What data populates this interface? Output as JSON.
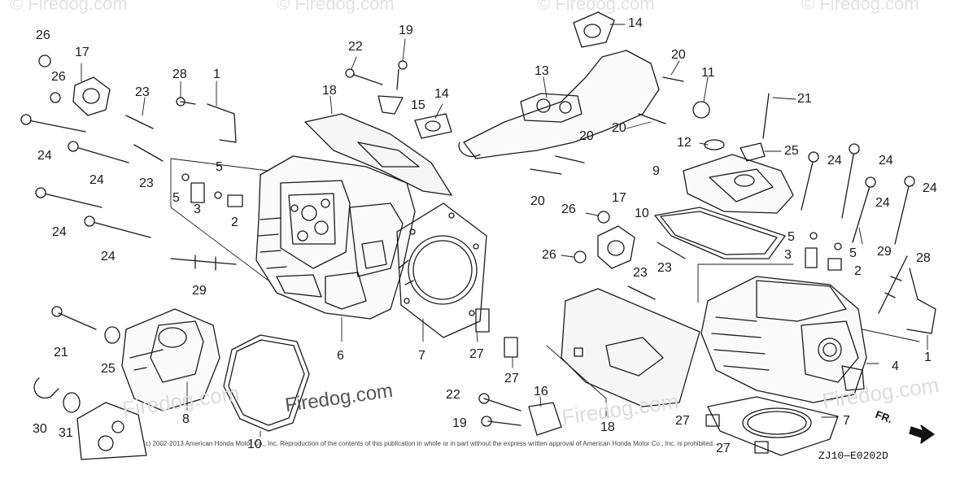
{
  "watermark": {
    "site": "Firedog.com",
    "top_fragment": "© Firedog.com"
  },
  "copyright": "(c) 2002-2013 American Honda Motor Co., Inc. Reproduction of the contents of this publication in whole or in part without the express written approval of American Honda Motor Co., Inc. is prohibited.",
  "part_code": "ZJ10—E0202D",
  "direction_label": "FR.",
  "callouts": [
    {
      "id": "c26a",
      "text": "26"
    },
    {
      "id": "c17a",
      "text": "17"
    },
    {
      "id": "c26b",
      "text": "26"
    },
    {
      "id": "c23a",
      "text": "23"
    },
    {
      "id": "c28a",
      "text": "28"
    },
    {
      "id": "c1a",
      "text": "1"
    },
    {
      "id": "c22a",
      "text": "22"
    },
    {
      "id": "c19a",
      "text": "19"
    },
    {
      "id": "c18a",
      "text": "18"
    },
    {
      "id": "c15",
      "text": "15"
    },
    {
      "id": "c14a",
      "text": "14"
    },
    {
      "id": "c13",
      "text": "13"
    },
    {
      "id": "c14b",
      "text": "14"
    },
    {
      "id": "c20a",
      "text": "20"
    },
    {
      "id": "c11",
      "text": "11"
    },
    {
      "id": "c21a",
      "text": "21"
    },
    {
      "id": "c24a",
      "text": "24"
    },
    {
      "id": "c24b",
      "text": "24"
    },
    {
      "id": "c23b",
      "text": "23"
    },
    {
      "id": "c5a",
      "text": "5"
    },
    {
      "id": "c5b",
      "text": "5"
    },
    {
      "id": "c3a",
      "text": "3"
    },
    {
      "id": "c2a",
      "text": "2"
    },
    {
      "id": "c20b",
      "text": "20"
    },
    {
      "id": "c12",
      "text": "12"
    },
    {
      "id": "c25a",
      "text": "25"
    },
    {
      "id": "c20c",
      "text": "20"
    },
    {
      "id": "c9",
      "text": "9"
    },
    {
      "id": "c24c",
      "text": "24"
    },
    {
      "id": "c24d",
      "text": "24"
    },
    {
      "id": "c24e",
      "text": "24"
    },
    {
      "id": "c24f",
      "text": "24"
    },
    {
      "id": "c24g",
      "text": "24"
    },
    {
      "id": "c24h",
      "text": "24"
    },
    {
      "id": "c20d",
      "text": "20"
    },
    {
      "id": "c26c",
      "text": "26"
    },
    {
      "id": "c17b",
      "text": "17"
    },
    {
      "id": "c10a",
      "text": "10"
    },
    {
      "id": "c5c",
      "text": "5"
    },
    {
      "id": "c5d",
      "text": "5"
    },
    {
      "id": "c3b",
      "text": "3"
    },
    {
      "id": "c2b",
      "text": "2"
    },
    {
      "id": "c29a",
      "text": "29"
    },
    {
      "id": "c28b",
      "text": "28"
    },
    {
      "id": "c26d",
      "text": "26"
    },
    {
      "id": "c23c",
      "text": "23"
    },
    {
      "id": "c23d",
      "text": "23"
    },
    {
      "id": "c29b",
      "text": "29"
    },
    {
      "id": "c21b",
      "text": "21"
    },
    {
      "id": "c25b",
      "text": "25"
    },
    {
      "id": "c6",
      "text": "6"
    },
    {
      "id": "c7a",
      "text": "7"
    },
    {
      "id": "c27a",
      "text": "27"
    },
    {
      "id": "c27b",
      "text": "27"
    },
    {
      "id": "c4",
      "text": "4"
    },
    {
      "id": "c1b",
      "text": "1"
    },
    {
      "id": "c8",
      "text": "8"
    },
    {
      "id": "c10b",
      "text": "10"
    },
    {
      "id": "c22b",
      "text": "22"
    },
    {
      "id": "c16",
      "text": "16"
    },
    {
      "id": "c19b",
      "text": "19"
    },
    {
      "id": "c18b",
      "text": "18"
    },
    {
      "id": "c27c",
      "text": "27"
    },
    {
      "id": "c7b",
      "text": "7"
    },
    {
      "id": "c27d",
      "text": "27"
    },
    {
      "id": "c30",
      "text": "30"
    },
    {
      "id": "c31",
      "text": "31"
    }
  ]
}
